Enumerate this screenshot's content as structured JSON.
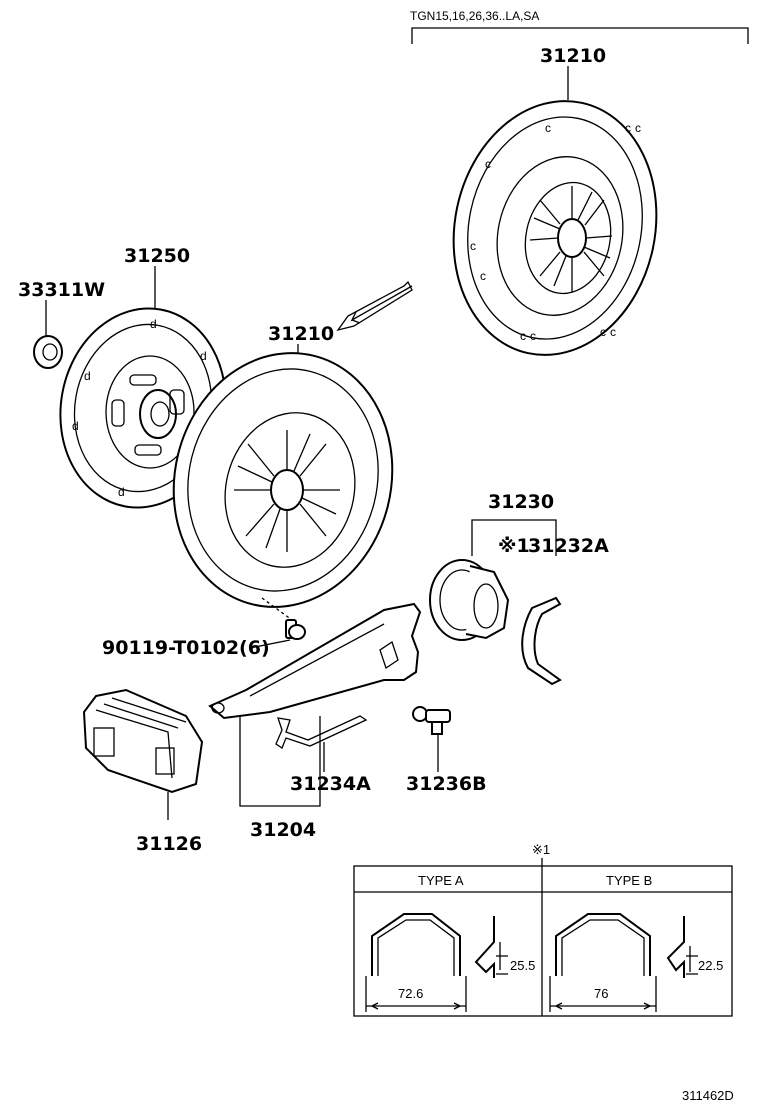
{
  "labels": {
    "model_codes": "TGN15,16,26,36..LA,SA",
    "cover_top": "31210",
    "disc": "31250",
    "pilot_bearing": "33311W",
    "cover_main": "31210",
    "bolt": "90119-T0102(6)",
    "release_bearing_assy": "31230",
    "clip_marker": "※1",
    "clip": "31232A",
    "spring": "31234A",
    "boot": "31126",
    "fork": "31204",
    "pivot": "31236B",
    "diagram_id": "311462D"
  },
  "inset": {
    "marker": "※1",
    "type_a": {
      "title": "TYPE A",
      "width": "72.6",
      "height": "25.5"
    },
    "type_b": {
      "title": "TYPE B",
      "width": "76",
      "height": "22.5"
    }
  }
}
